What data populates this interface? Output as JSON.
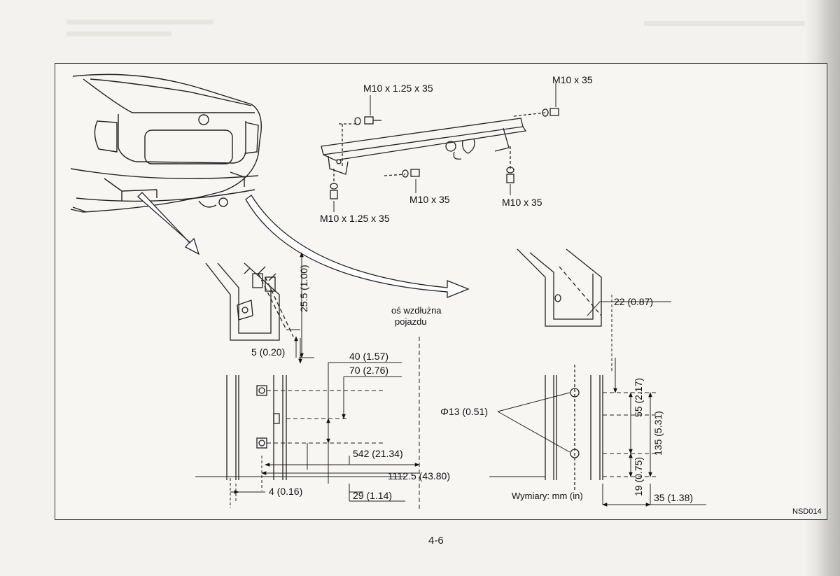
{
  "page_number": "4-6",
  "figure_code": "NSD014",
  "legend": "Wymiary: mm (in)",
  "axis_label": [
    "oś wzdłużna",
    "pojazdu"
  ],
  "bolts": {
    "top_left": "M10 x 1.25 x 35",
    "top_right": "M10 x 35",
    "mid_left": "M10 x 35",
    "mid_right": "M10 x 35",
    "bottom_left": "M10 x 1.25 x 35"
  },
  "dimensions": {
    "height_left": "25.5 (1.00)",
    "offset_left": "5 (0.20)",
    "d40": "40 (1.57)",
    "d70": "70 (2.76)",
    "hole": "13 (0.51)",
    "d542": "542 (21.34)",
    "d1112": "1112.5 (43.80)",
    "d4": "4 (0.16)",
    "d29": "29 (1.14)",
    "d22": "22 (0.87)",
    "d55": "55 (2.17)",
    "d135": "135 (5.31)",
    "d19": "19 (0.75)",
    "d35": "35 (1.38)"
  },
  "symbols": {
    "diameter": "Φ"
  }
}
